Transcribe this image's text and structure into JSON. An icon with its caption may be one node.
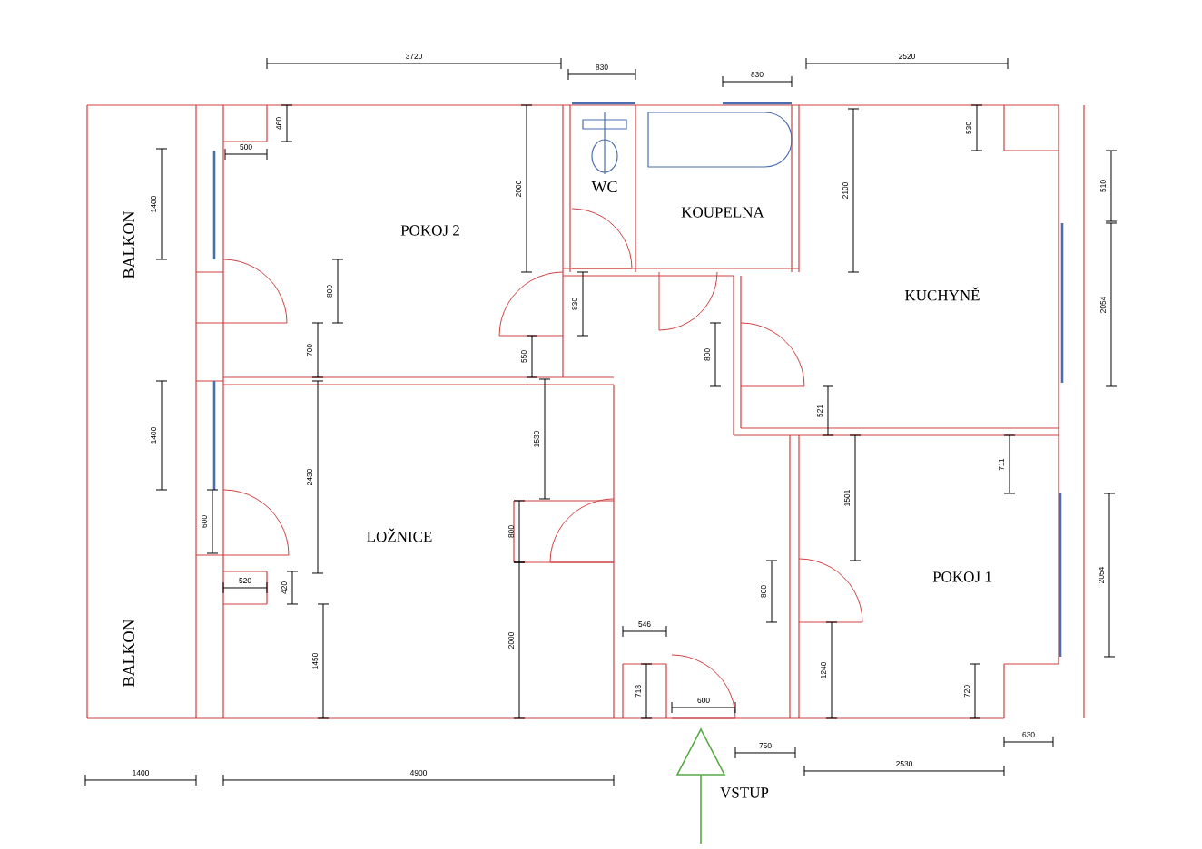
{
  "diagram": {
    "labels": [
      "3720",
      "830",
      "830",
      "2520",
      "460",
      "530",
      "500",
      "WC",
      "510",
      "2000",
      "2100",
      "1400",
      "KOUPELNA",
      "POKOJ 2",
      "BALKON",
      "800",
      "KUCHYNĚ",
      "830",
      "2054",
      "700",
      "550",
      "800",
      "521",
      "1400",
      "1530",
      "711",
      "2430",
      "1501",
      "600",
      "800",
      "LOŽNICE",
      "POKOJ 1",
      "2054",
      "520",
      "800",
      "420",
      "546",
      "2000",
      "BALKON",
      "1450",
      "718",
      "1240",
      "720",
      "600",
      "630",
      "750",
      "2530",
      "1400",
      "4900",
      "VSTUP"
    ]
  }
}
